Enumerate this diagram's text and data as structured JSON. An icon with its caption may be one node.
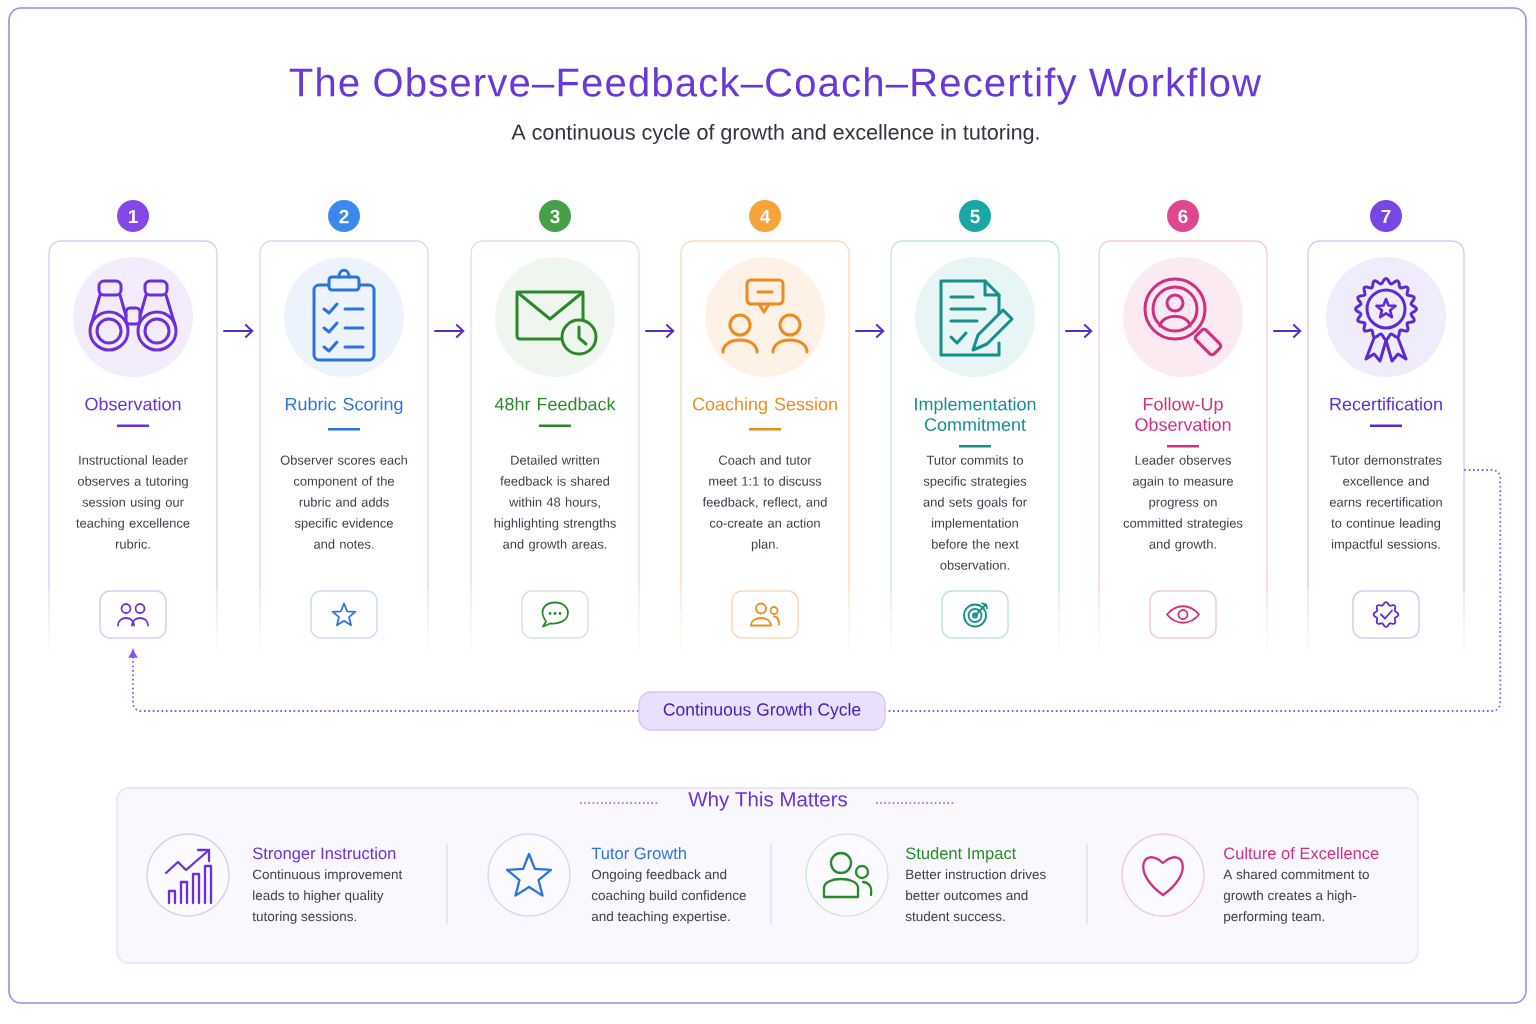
{
  "diagram": {
    "title": "The Observe–Feedback–Coach–Recertify Workflow",
    "nodes": [
      {
        "text": [
          "Observation",
          "Instructional leader observes a tutoring session using our teaching excellence rubric."
        ],
        "beside": [
          "1"
        ]
      },
      {
        "text": [],
        "shape": "box",
        "in": 0
      },
      {
        "text": [
          "Rubric Scoring",
          "Observer scores each component of the rubric and adds specific evidence and notes."
        ],
        "beside": [
          "2"
        ]
      },
      {
        "text": [
          "48hr Feedback",
          "Detailed written feedback is shared within 48 hours, highlighting strengths and growth areas."
        ],
        "beside": [
          "3"
        ]
      },
      {
        "text": [
          "Coaching Session",
          "Coach and tutor meet 1:1 to discuss feedback, reflect, and co-create an action plan."
        ],
        "beside": [
          "4"
        ]
      },
      {
        "text": [
          "Implementation Commitment",
          "Tutor commits to specific strategies and sets goals for implementation before the next observation."
        ],
        "beside": [
          "5"
        ]
      },
      {
        "text": [
          "Follow-Up Observation",
          "Leader observes again to measure progress on committed strategies and growth."
        ],
        "beside": [
          "6"
        ]
      },
      {
        "text": [
          "Recertification",
          "Tutor demonstrates excellence and earns recertification to continue leading impactful sessions."
        ],
        "beside": [
          "7"
        ]
      },
      {
        "text": [
          "Continuous Growth Cycle"
        ]
      },
      {
        "text": [
          "Why This Matters"
        ]
      }
    ],
    "edges": [
      {
        "from": 0,
        "to": 2,
        "arrow": "to"
      },
      {
        "from": 2,
        "to": 3,
        "arrow": "to"
      },
      {
        "from": 3,
        "to": 4,
        "arrow": "to"
      },
      {
        "from": 4,
        "to": 5,
        "arrow": "to"
      },
      {
        "from": 5,
        "to": 6,
        "arrow": "to"
      },
      {
        "from": 6,
        "to": 7,
        "arrow": "to"
      },
      {
        "from": 7,
        "to": 8,
        "arrow": "none",
        "style": "dashed"
      },
      {
        "from": 8,
        "to": 1,
        "arrow": "to",
        "style": "dashed"
      }
    ],
    "labels": [
      "A continuous cycle of growth and excellence in tutoring.",
      "Stronger Instruction",
      "Continuous improvement leads to higher quality tutoring sessions.",
      "Tutor Growth",
      "Ongoing feedback and coaching build confidence and teaching expertise.",
      "Student Impact",
      "Better instruction drives better outcomes and student success.",
      "Culture of Excellence",
      "A shared commitment to growth creates a high-performing team."
    ]
  }
}
